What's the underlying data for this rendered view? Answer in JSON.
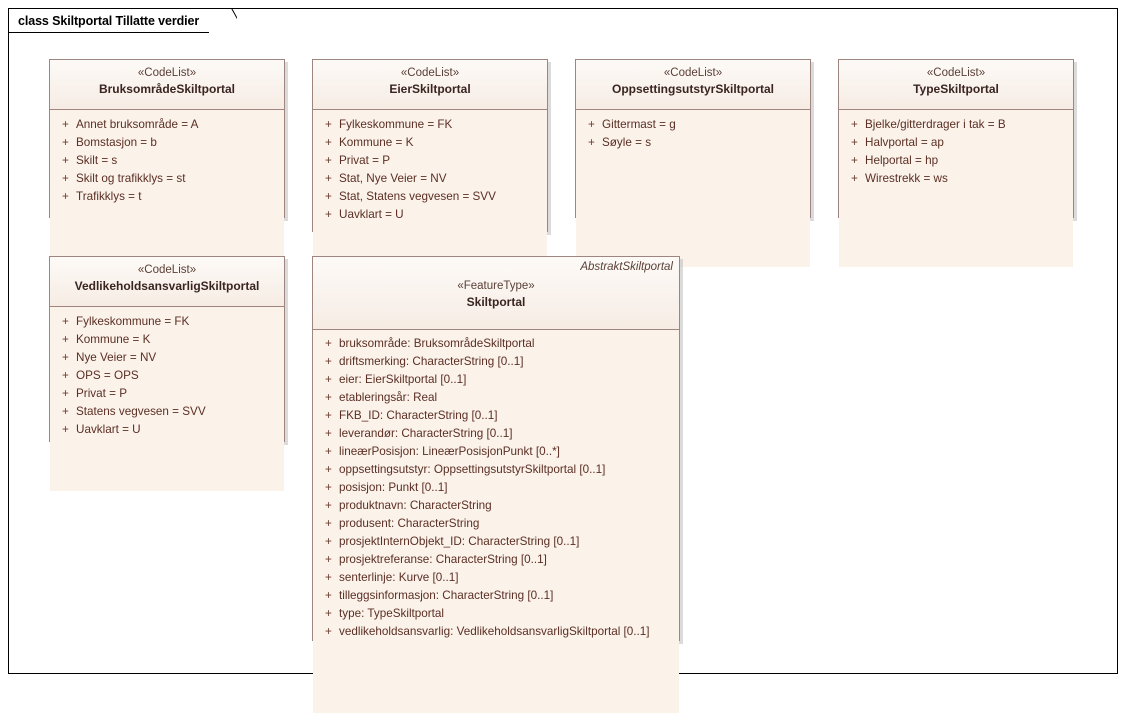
{
  "diagram": {
    "tab_label": "class Skiltportal Tillatte verdier",
    "frame_color": "#000000",
    "class_border_color": "#9e8580",
    "class_header_bg": "#f6ece4",
    "class_body_bg": "#fbf2ea",
    "text_color": "#5b2f24"
  },
  "classes": [
    {
      "id": "bruksomrade-skiltportal",
      "qualifier": "",
      "stereotype": "«CodeList»",
      "name": "BruksområdeSkiltportal",
      "attributes": [
        {
          "visibility": "+",
          "text": "Annet bruksområde = A"
        },
        {
          "visibility": "+",
          "text": "Bomstasjon = b"
        },
        {
          "visibility": "+",
          "text": "Skilt = s"
        },
        {
          "visibility": "+",
          "text": "Skilt og trafikklys = st"
        },
        {
          "visibility": "+",
          "text": "Trafikklys = t"
        }
      ]
    },
    {
      "id": "eier-skiltportal",
      "qualifier": "",
      "stereotype": "«CodeList»",
      "name": "EierSkiltportal",
      "attributes": [
        {
          "visibility": "+",
          "text": "Fylkeskommune = FK"
        },
        {
          "visibility": "+",
          "text": "Kommune = K"
        },
        {
          "visibility": "+",
          "text": "Privat = P"
        },
        {
          "visibility": "+",
          "text": "Stat, Nye Veier = NV"
        },
        {
          "visibility": "+",
          "text": "Stat, Statens vegvesen = SVV"
        },
        {
          "visibility": "+",
          "text": "Uavklart = U"
        }
      ]
    },
    {
      "id": "oppsettingsutstyr-skiltportal",
      "qualifier": "",
      "stereotype": "«CodeList»",
      "name": "OppsettingsutstyrSkiltportal",
      "attributes": [
        {
          "visibility": "+",
          "text": "Gittermast = g"
        },
        {
          "visibility": "+",
          "text": "Søyle = s"
        }
      ]
    },
    {
      "id": "type-skiltportal",
      "qualifier": "",
      "stereotype": "«CodeList»",
      "name": "TypeSkiltportal",
      "attributes": [
        {
          "visibility": "+",
          "text": "Bjelke/gitterdrager i tak = B"
        },
        {
          "visibility": "+",
          "text": "Halvportal = ap"
        },
        {
          "visibility": "+",
          "text": "Helportal = hp"
        },
        {
          "visibility": "+",
          "text": "Wirestrekk = ws"
        }
      ]
    },
    {
      "id": "vedlikeholdsansvarlig-skiltportal",
      "qualifier": "",
      "stereotype": "«CodeList»",
      "name": "VedlikeholdsansvarligSkiltportal",
      "attributes": [
        {
          "visibility": "+",
          "text": "Fylkeskommune = FK"
        },
        {
          "visibility": "+",
          "text": "Kommune = K"
        },
        {
          "visibility": "+",
          "text": "Nye Veier = NV"
        },
        {
          "visibility": "+",
          "text": "OPS = OPS"
        },
        {
          "visibility": "+",
          "text": "Privat = P"
        },
        {
          "visibility": "+",
          "text": "Statens vegvesen = SVV"
        },
        {
          "visibility": "+",
          "text": "Uavklart = U"
        }
      ]
    },
    {
      "id": "skiltportal",
      "qualifier": "AbstraktSkiltportal",
      "stereotype": "«FeatureType»",
      "name": "Skiltportal",
      "attributes": [
        {
          "visibility": "+",
          "text": "bruksområde: BruksområdeSkiltportal"
        },
        {
          "visibility": "+",
          "text": "driftsmerking: CharacterString [0..1]"
        },
        {
          "visibility": "+",
          "text": "eier: EierSkiltportal [0..1]"
        },
        {
          "visibility": "+",
          "text": "etableringsår: Real"
        },
        {
          "visibility": "+",
          "text": "FKB_ID: CharacterString [0..1]"
        },
        {
          "visibility": "+",
          "text": "leverandør: CharacterString [0..1]"
        },
        {
          "visibility": "+",
          "text": "lineærPosisjon: LineærPosisjonPunkt [0..*]"
        },
        {
          "visibility": "+",
          "text": "oppsettingsutstyr: OppsettingsutstyrSkiltportal [0..1]"
        },
        {
          "visibility": "+",
          "text": "posisjon: Punkt [0..1]"
        },
        {
          "visibility": "+",
          "text": "produktnavn: CharacterString"
        },
        {
          "visibility": "+",
          "text": "produsent: CharacterString"
        },
        {
          "visibility": "+",
          "text": "prosjektInternObjekt_ID: CharacterString [0..1]"
        },
        {
          "visibility": "+",
          "text": "prosjektreferanse: CharacterString [0..1]"
        },
        {
          "visibility": "+",
          "text": "senterlinje: Kurve [0..1]"
        },
        {
          "visibility": "+",
          "text": "tilleggsinformasjon: CharacterString [0..1]"
        },
        {
          "visibility": "+",
          "text": "type: TypeSkiltportal"
        },
        {
          "visibility": "+",
          "text": "vedlikeholdsansvarlig: VedlikeholdsansvarligSkiltportal [0..1]"
        }
      ]
    }
  ]
}
